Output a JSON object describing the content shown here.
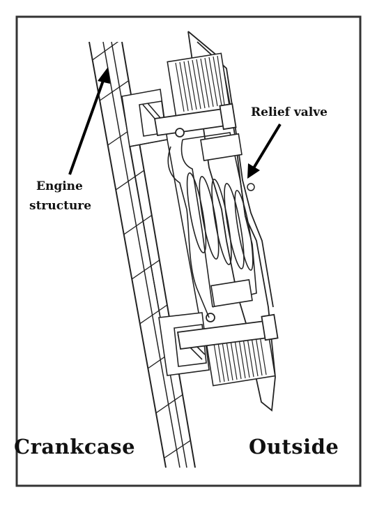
{
  "labels": {
    "engine_structure_line1": "Engine",
    "engine_structure_line2": "structure",
    "relief_valve": "Relief valve",
    "crankcase": "Crankcase",
    "outside": "Outside"
  },
  "colors": {
    "ink": "#111111",
    "background": "#ffffff"
  }
}
